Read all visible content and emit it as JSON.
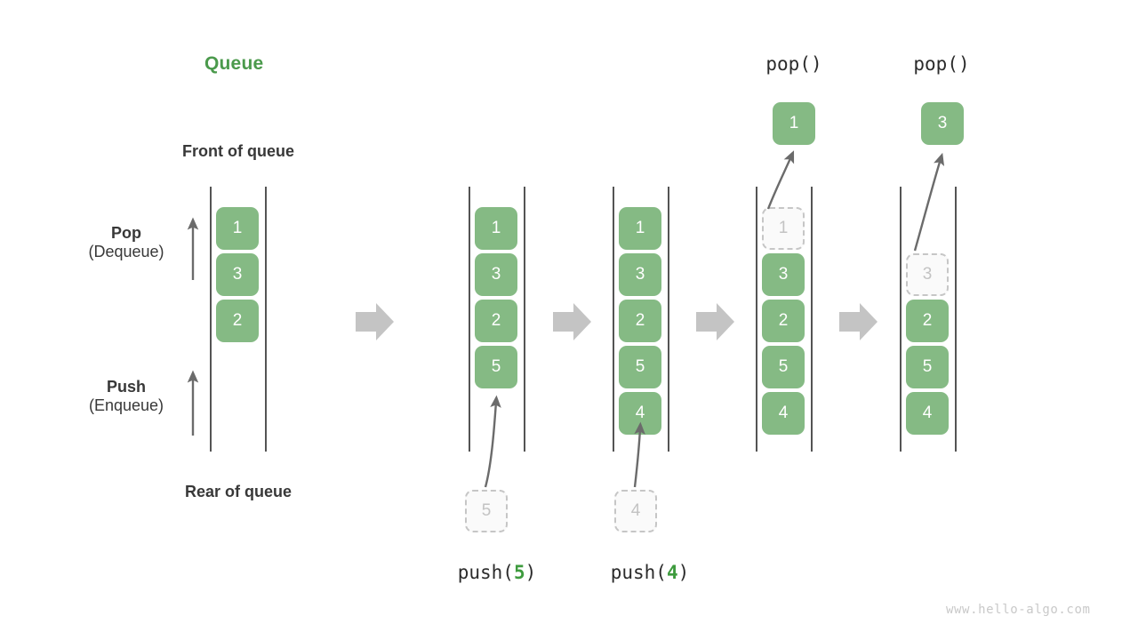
{
  "title": "Queue",
  "labels": {
    "front": "Front of queue",
    "rear": "Rear of queue",
    "pop_strong": "Pop",
    "pop_paren": "(Dequeue)",
    "push_strong": "Push",
    "push_paren": "(Enqueue)"
  },
  "watermark": "www.hello-algo.com",
  "colors": {
    "cell_green": "#85ba84",
    "title_green": "#4b9a4c",
    "accent_green": "#3e9b3e",
    "ghost_border": "#c6c6c6",
    "ghost_text": "#c3c3c3",
    "rail": "#545454",
    "arrow_gray": "#6b6b6b",
    "step_arrow": "#c4c4c4",
    "text": "#383838",
    "watermark": "#c9c9c9"
  },
  "ops": {
    "push5_prefix": "push(",
    "push5_arg": "5",
    "push5_suffix": ")",
    "push4_prefix": "push(",
    "push4_arg": "4",
    "push4_suffix": ")",
    "pop1_label": "pop()",
    "pop2_label": "pop()"
  },
  "columns": [
    {
      "id": "initial",
      "cells": [
        "1",
        "3",
        "2"
      ],
      "ghost_index": -1,
      "incoming": null,
      "popped": null
    },
    {
      "id": "after-push-5",
      "cells": [
        "1",
        "3",
        "2",
        "5"
      ],
      "ghost_index": -1,
      "incoming": "5",
      "popped": null
    },
    {
      "id": "after-push-4",
      "cells": [
        "1",
        "3",
        "2",
        "5",
        "4"
      ],
      "ghost_index": -1,
      "incoming": "4",
      "popped": null
    },
    {
      "id": "pop-1",
      "cells": [
        "1",
        "3",
        "2",
        "5",
        "4"
      ],
      "ghost_index": 0,
      "incoming": null,
      "popped": "1"
    },
    {
      "id": "pop-3",
      "cells": [
        "3",
        "2",
        "5",
        "4"
      ],
      "ghost_index": 0,
      "incoming": null,
      "popped": "3"
    }
  ]
}
